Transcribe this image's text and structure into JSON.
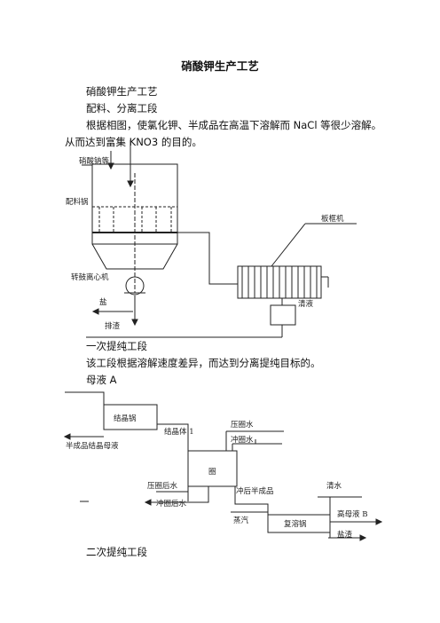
{
  "title": "硝酸钾生产工艺",
  "paragraphs": {
    "p1": "硝酸钾生产工艺",
    "p2": "配料、分离工段",
    "p3a": "根据相图，使氯化钾、半成品在高温下溶解而 NaCl 等很少溶解。",
    "p3b": "从而达到富集 KNO3 的目的。",
    "p4": "一次提纯工段",
    "p5": "该工段根据溶解速度差异，而达到分离提纯目标的。",
    "p6": "母液 A",
    "p7": "二次提纯工段"
  },
  "diagram1": {
    "label_feed": "硝酸钠等",
    "label_vessel": "配料锅",
    "label_centrifuge": "转鼓离心机",
    "label_salt": "盐",
    "label_discharge": "排渣",
    "label_filterpress": "板框机",
    "label_clearliquid": "清液"
  },
  "diagram2": {
    "label_crystallizer": "结晶锅",
    "label_crystal1": "结晶体 1",
    "label_semimother": "半成品结晶母液",
    "label_presswater": "压圈水",
    "label_washwater": "冲圈水",
    "label_ring": "圈",
    "label_pressafter": "压圈后水",
    "label_washafter": "冲圈后水",
    "label_washsemi": "冲后半成品",
    "label_clearwater": "清水",
    "label_steam": "蒸汽",
    "label_redissolve": "复溶锅",
    "label_mother_b": "高母液 B",
    "label_saltresidue": "盐渣"
  }
}
